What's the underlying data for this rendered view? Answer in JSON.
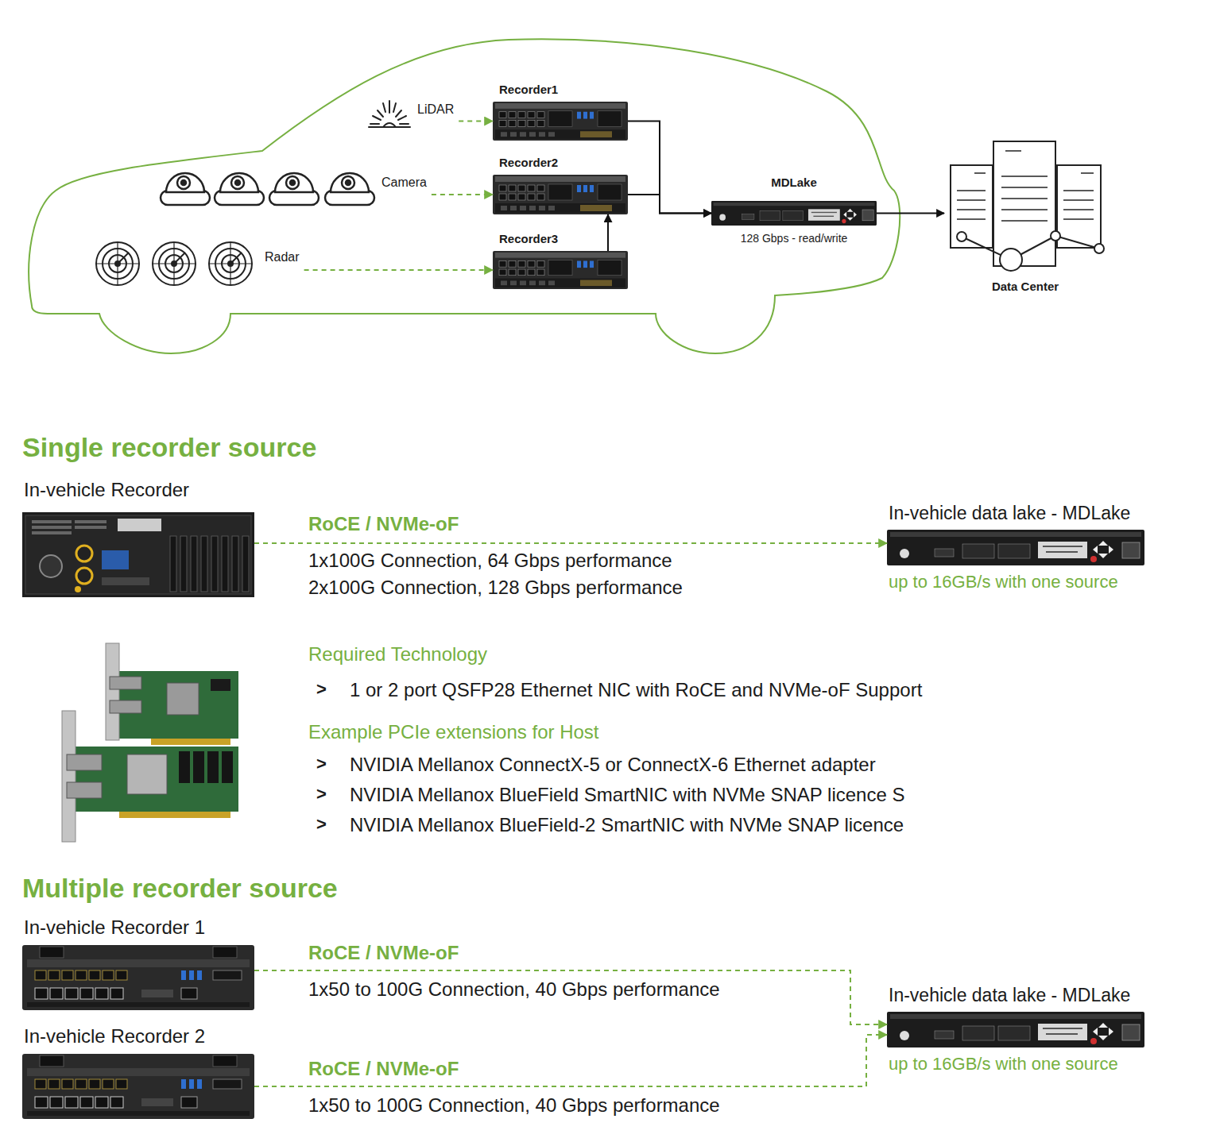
{
  "diagram": {
    "nodes": [
      {
        "text": [
          "LiDAR"
        ]
      },
      {
        "text": [
          "Camera"
        ]
      },
      {
        "text": [
          "Radar"
        ]
      },
      {
        "text": [
          "Recorder1"
        ]
      },
      {
        "text": [
          "Recorder2"
        ]
      },
      {
        "text": [
          "Recorder3"
        ]
      },
      {
        "text": [
          "MDLake",
          "128 Gbps - read/write"
        ]
      },
      {
        "text": [
          "Data Center"
        ]
      },
      {
        "text": [
          "In-vehicle Recorder"
        ]
      },
      {
        "text": [
          "In-vehicle data lake - MDLake",
          "up to 16GB/s with one source"
        ]
      },
      {
        "text": [
          "In-vehicle Recorder 1"
        ]
      },
      {
        "text": [
          "In-vehicle Recorder 2"
        ]
      },
      {
        "text": [
          "In-vehicle data lake - MDLake",
          "up to 16GB/s with one source"
        ]
      }
    ],
    "edges": [
      {
        "from": 0,
        "to": 3,
        "arrow": "to"
      },
      {
        "from": 1,
        "to": 4,
        "arrow": "to"
      },
      {
        "from": 2,
        "to": 5,
        "arrow": "to"
      },
      {
        "from": 3,
        "to": 6,
        "arrow": "to"
      },
      {
        "from": 4,
        "to": 6,
        "arrow": "to"
      },
      {
        "from": 5,
        "to": 4,
        "arrow": "to"
      },
      {
        "from": 6,
        "to": 7,
        "arrow": "to"
      },
      {
        "from": 8,
        "to": 9,
        "label": "RoCE / NVMe-oF",
        "arrow": "to"
      },
      {
        "from": 10,
        "to": 12,
        "label": "RoCE / NVMe-oF",
        "arrow": "to"
      },
      {
        "from": 11,
        "to": 12,
        "label": "RoCE / NVMe-oF",
        "arrow": "to"
      }
    ],
    "labels": [
      "Single recorder source",
      "1x100G Connection, 64 Gbps performance",
      "2x100G Connection, 128 Gbps performance",
      "Required Technology",
      ">",
      "1 or 2 port QSFP28 Ethernet NIC with RoCE and NVMe-oF Support",
      "Example PCIe extensions for Host",
      ">",
      "NVIDIA Mellanox ConnectX-5 or ConnectX-6 Ethernet adapter",
      ">",
      "NVIDIA Mellanox BlueField SmartNIC with NVMe SNAP licence S",
      ">",
      "NVIDIA Mellanox BlueField-2 SmartNIC with NVMe SNAP licence",
      "Multiple recorder source",
      "1x50 to 100G Connection, 40 Gbps performance",
      "1x50 to 100G Connection, 40 Gbps performance"
    ]
  }
}
